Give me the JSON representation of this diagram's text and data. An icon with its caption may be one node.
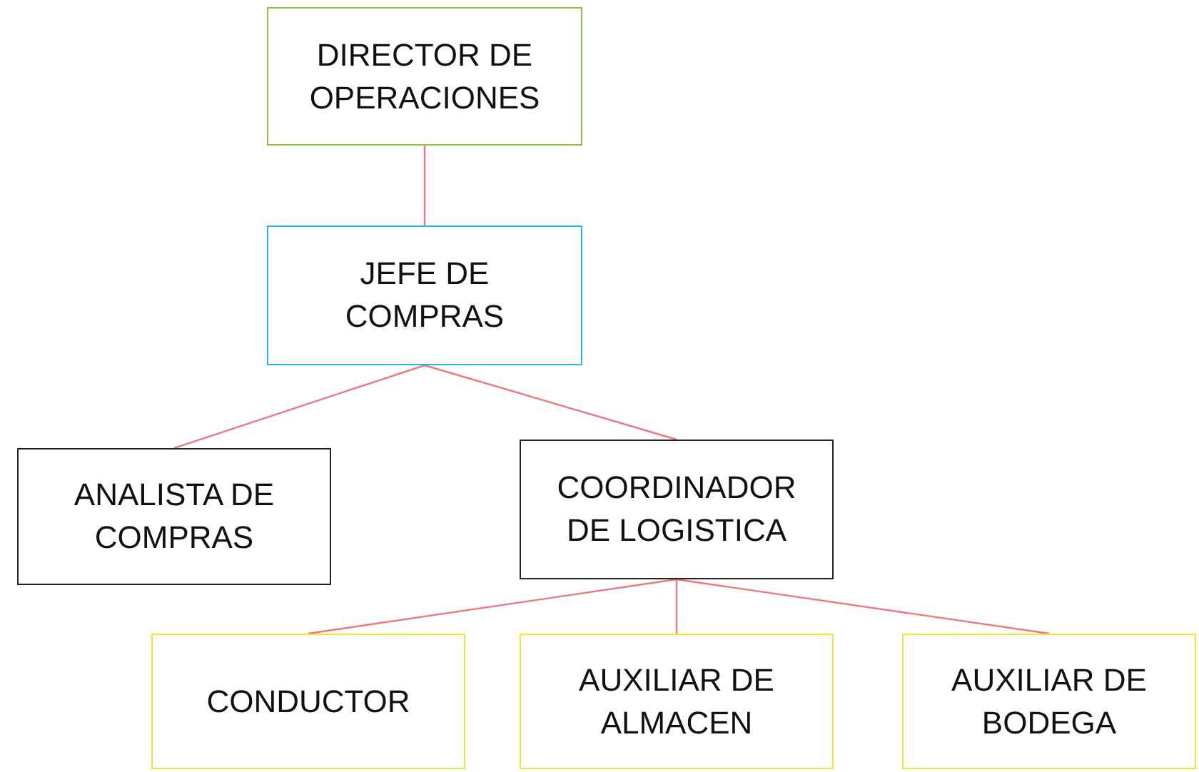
{
  "diagram": {
    "nodes": [
      {
        "text": [
          "DIRECTOR DE OPERACIONES"
        ]
      },
      {
        "text": [
          "JEFE DE COMPRAS"
        ]
      },
      {
        "text": [
          "ANALISTA DE COMPRAS"
        ]
      },
      {
        "text": [
          "COORDINADOR DE LOGISTICA"
        ]
      },
      {
        "text": [
          "CONDUCTOR"
        ]
      },
      {
        "text": [
          "AUXILIAR DE ALMACEN"
        ]
      },
      {
        "text": [
          "AUXILIAR DE BODEGA"
        ]
      }
    ],
    "edges": [
      {
        "from": 0,
        "to": 1,
        "arrow": "none"
      },
      {
        "from": 1,
        "to": 2,
        "arrow": "none"
      },
      {
        "from": 1,
        "to": 3,
        "arrow": "none"
      },
      {
        "from": 3,
        "to": 4,
        "arrow": "none"
      },
      {
        "from": 3,
        "to": 5,
        "arrow": "none"
      },
      {
        "from": 3,
        "to": 6,
        "arrow": "none"
      }
    ]
  }
}
